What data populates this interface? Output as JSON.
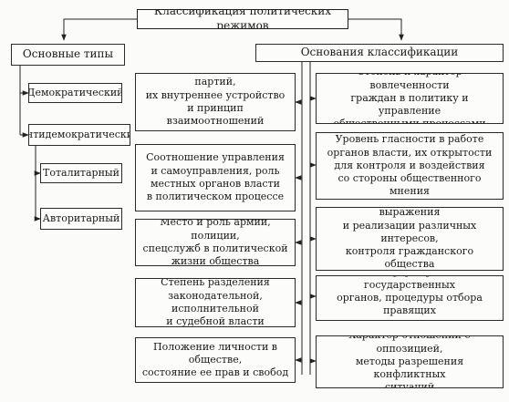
{
  "title": "Классификация политических режимов",
  "types": {
    "header": "Основные типы",
    "democratic": "Демократический",
    "antidemocratic": "Антидемократический",
    "totalitarian": "Тоталитарный",
    "authoritarian": "Авторитарный"
  },
  "bases": {
    "header": "Основания классификации",
    "left": [
      "Наличие политических партий,\nих внутреннее устройство\nи принцип взаимоотношений\nв партийной системе",
      "Соотношение управления\nи самоуправления, роль\nместных органов власти\nв политическом процессе",
      "Место и роль армии, полиции,\nспецслужб в политической\nжизни общества",
      "Степень разделения\nзаконодательной, исполнительной\nи судебной власти",
      "Положение личности в обществе,\nсостояние ее прав и свобод"
    ],
    "right": [
      "Степень и характер вовлеченности\nграждан в политику и управление\nобщественными процессами",
      "Уровень гласности в работе\nорганов власти, их открытости\nдля контроля и воздействия\nсо стороны общественного мнения",
      "Наличие возможностей выражения\nи реализации различных интересов,\nконтроля гражданского общества\nза деятельностью государства",
      "Способ формирования государственных\nорганов, процедуры отбора правящих\nгрупп и политических лидеров",
      "Характер отношений с оппозицией,\nметоды разрешения конфликтных\nситуаций"
    ]
  }
}
